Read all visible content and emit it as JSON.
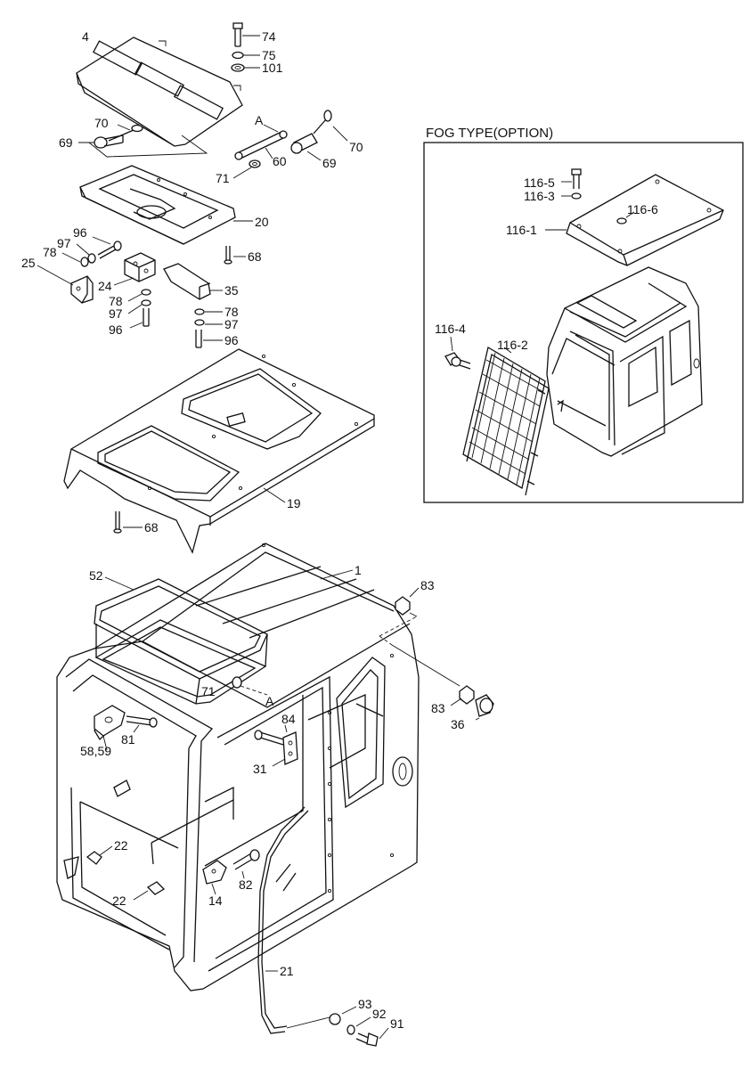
{
  "option_box": {
    "title": "FOG TYPE(OPTION)"
  },
  "callouts": [
    {
      "id": "c74",
      "text": "74"
    },
    {
      "id": "c75",
      "text": "75"
    },
    {
      "id": "c101",
      "text": "101"
    },
    {
      "id": "c4",
      "text": "4"
    },
    {
      "id": "c70a",
      "text": "70"
    },
    {
      "id": "c69a",
      "text": "69"
    },
    {
      "id": "cA1",
      "text": "A"
    },
    {
      "id": "c70b",
      "text": "70"
    },
    {
      "id": "c60",
      "text": "60"
    },
    {
      "id": "c69b",
      "text": "69"
    },
    {
      "id": "c71a",
      "text": "71"
    },
    {
      "id": "c20",
      "text": "20"
    },
    {
      "id": "c96a",
      "text": "96"
    },
    {
      "id": "c97a",
      "text": "97"
    },
    {
      "id": "c78a",
      "text": "78"
    },
    {
      "id": "c25",
      "text": "25"
    },
    {
      "id": "c68a",
      "text": "68"
    },
    {
      "id": "c24",
      "text": "24"
    },
    {
      "id": "c35",
      "text": "35"
    },
    {
      "id": "c78b",
      "text": "78"
    },
    {
      "id": "c97b",
      "text": "97"
    },
    {
      "id": "c96b",
      "text": "96"
    },
    {
      "id": "c78c",
      "text": "78"
    },
    {
      "id": "c97c",
      "text": "97"
    },
    {
      "id": "c96c",
      "text": "96"
    },
    {
      "id": "c19",
      "text": "19"
    },
    {
      "id": "c68b",
      "text": "68"
    },
    {
      "id": "c52",
      "text": "52"
    },
    {
      "id": "c1",
      "text": "1"
    },
    {
      "id": "c83a",
      "text": "83"
    },
    {
      "id": "c71b",
      "text": "71"
    },
    {
      "id": "cA2",
      "text": "A"
    },
    {
      "id": "c83b",
      "text": "83"
    },
    {
      "id": "c36",
      "text": "36"
    },
    {
      "id": "c84",
      "text": "84"
    },
    {
      "id": "c81",
      "text": "81"
    },
    {
      "id": "c5859",
      "text": "58,59"
    },
    {
      "id": "c31",
      "text": "31"
    },
    {
      "id": "c22a",
      "text": "22"
    },
    {
      "id": "c82",
      "text": "82"
    },
    {
      "id": "c22b",
      "text": "22"
    },
    {
      "id": "c14",
      "text": "14"
    },
    {
      "id": "c21",
      "text": "21"
    },
    {
      "id": "c93",
      "text": "93"
    },
    {
      "id": "c92",
      "text": "92"
    },
    {
      "id": "c91",
      "text": "91"
    },
    {
      "id": "c1165",
      "text": "116-5"
    },
    {
      "id": "c1163",
      "text": "116-3"
    },
    {
      "id": "c1166",
      "text": "116-6"
    },
    {
      "id": "c1161",
      "text": "116-1"
    },
    {
      "id": "c1164",
      "text": "116-4"
    },
    {
      "id": "c1162",
      "text": "116-2"
    }
  ]
}
